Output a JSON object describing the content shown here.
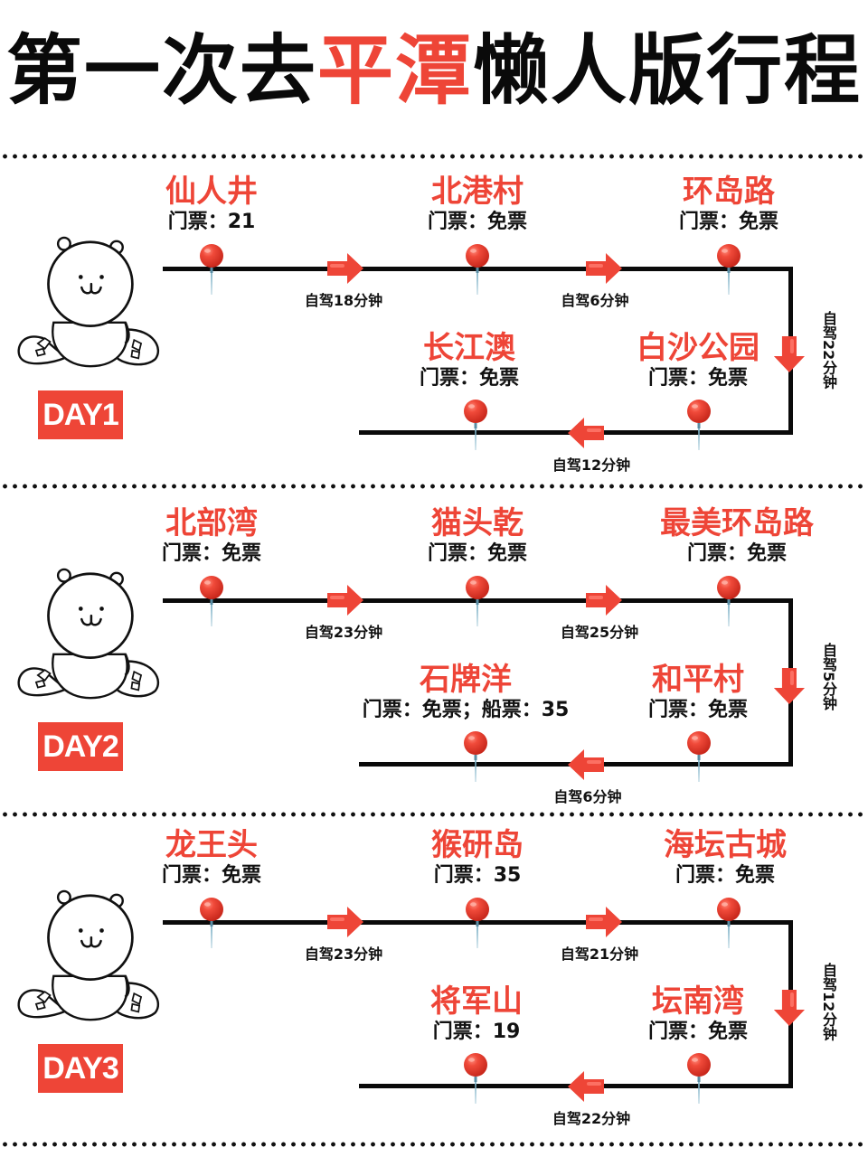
{
  "title": {
    "prefix": "第一次去",
    "highlight": "平潭",
    "suffix": "懒人版行程"
  },
  "colors": {
    "accent": "#ee4537",
    "text": "#111111",
    "line": "#0a0a0a",
    "pin_needle": "#7fb3c8"
  },
  "icons": {
    "mascot": "bear-mascot-icon",
    "pin": "map-pin-icon",
    "arrow": "direction-arrow-icon"
  },
  "days": [
    {
      "badge": "DAY1",
      "stops": [
        {
          "name": "仙人井",
          "ticket": "门票：21"
        },
        {
          "name": "北港村",
          "ticket": "门票：免票"
        },
        {
          "name": "环岛路",
          "ticket": "门票：免票"
        },
        {
          "name": "白沙公园",
          "ticket": "门票：免票"
        },
        {
          "name": "长江澳",
          "ticket": "门票：免票"
        }
      ],
      "drives": [
        "自驾18分钟",
        "自驾6分钟",
        "自驾22分钟",
        "自驾12分钟"
      ]
    },
    {
      "badge": "DAY2",
      "stops": [
        {
          "name": "北部湾",
          "ticket": "门票：免票"
        },
        {
          "name": "猫头乾",
          "ticket": "门票：免票"
        },
        {
          "name": "最美环岛路",
          "ticket": "门票：免票"
        },
        {
          "name": "和平村",
          "ticket": "门票：免票"
        },
        {
          "name": "石牌洋",
          "ticket": "门票：免票；船票：35"
        }
      ],
      "drives": [
        "自驾23分钟",
        "自驾25分钟",
        "自驾5分钟",
        "自驾6分钟"
      ]
    },
    {
      "badge": "DAY3",
      "stops": [
        {
          "name": "龙王头",
          "ticket": "门票：免票"
        },
        {
          "name": "猴研岛",
          "ticket": "门票：35"
        },
        {
          "name": "海坛古城",
          "ticket": "门票：免票"
        },
        {
          "name": "坛南湾",
          "ticket": "门票：免票"
        },
        {
          "name": "将军山",
          "ticket": "门票：19"
        }
      ],
      "drives": [
        "自驾23分钟",
        "自驾21分钟",
        "自驾12分钟",
        "自驾22分钟"
      ]
    }
  ]
}
